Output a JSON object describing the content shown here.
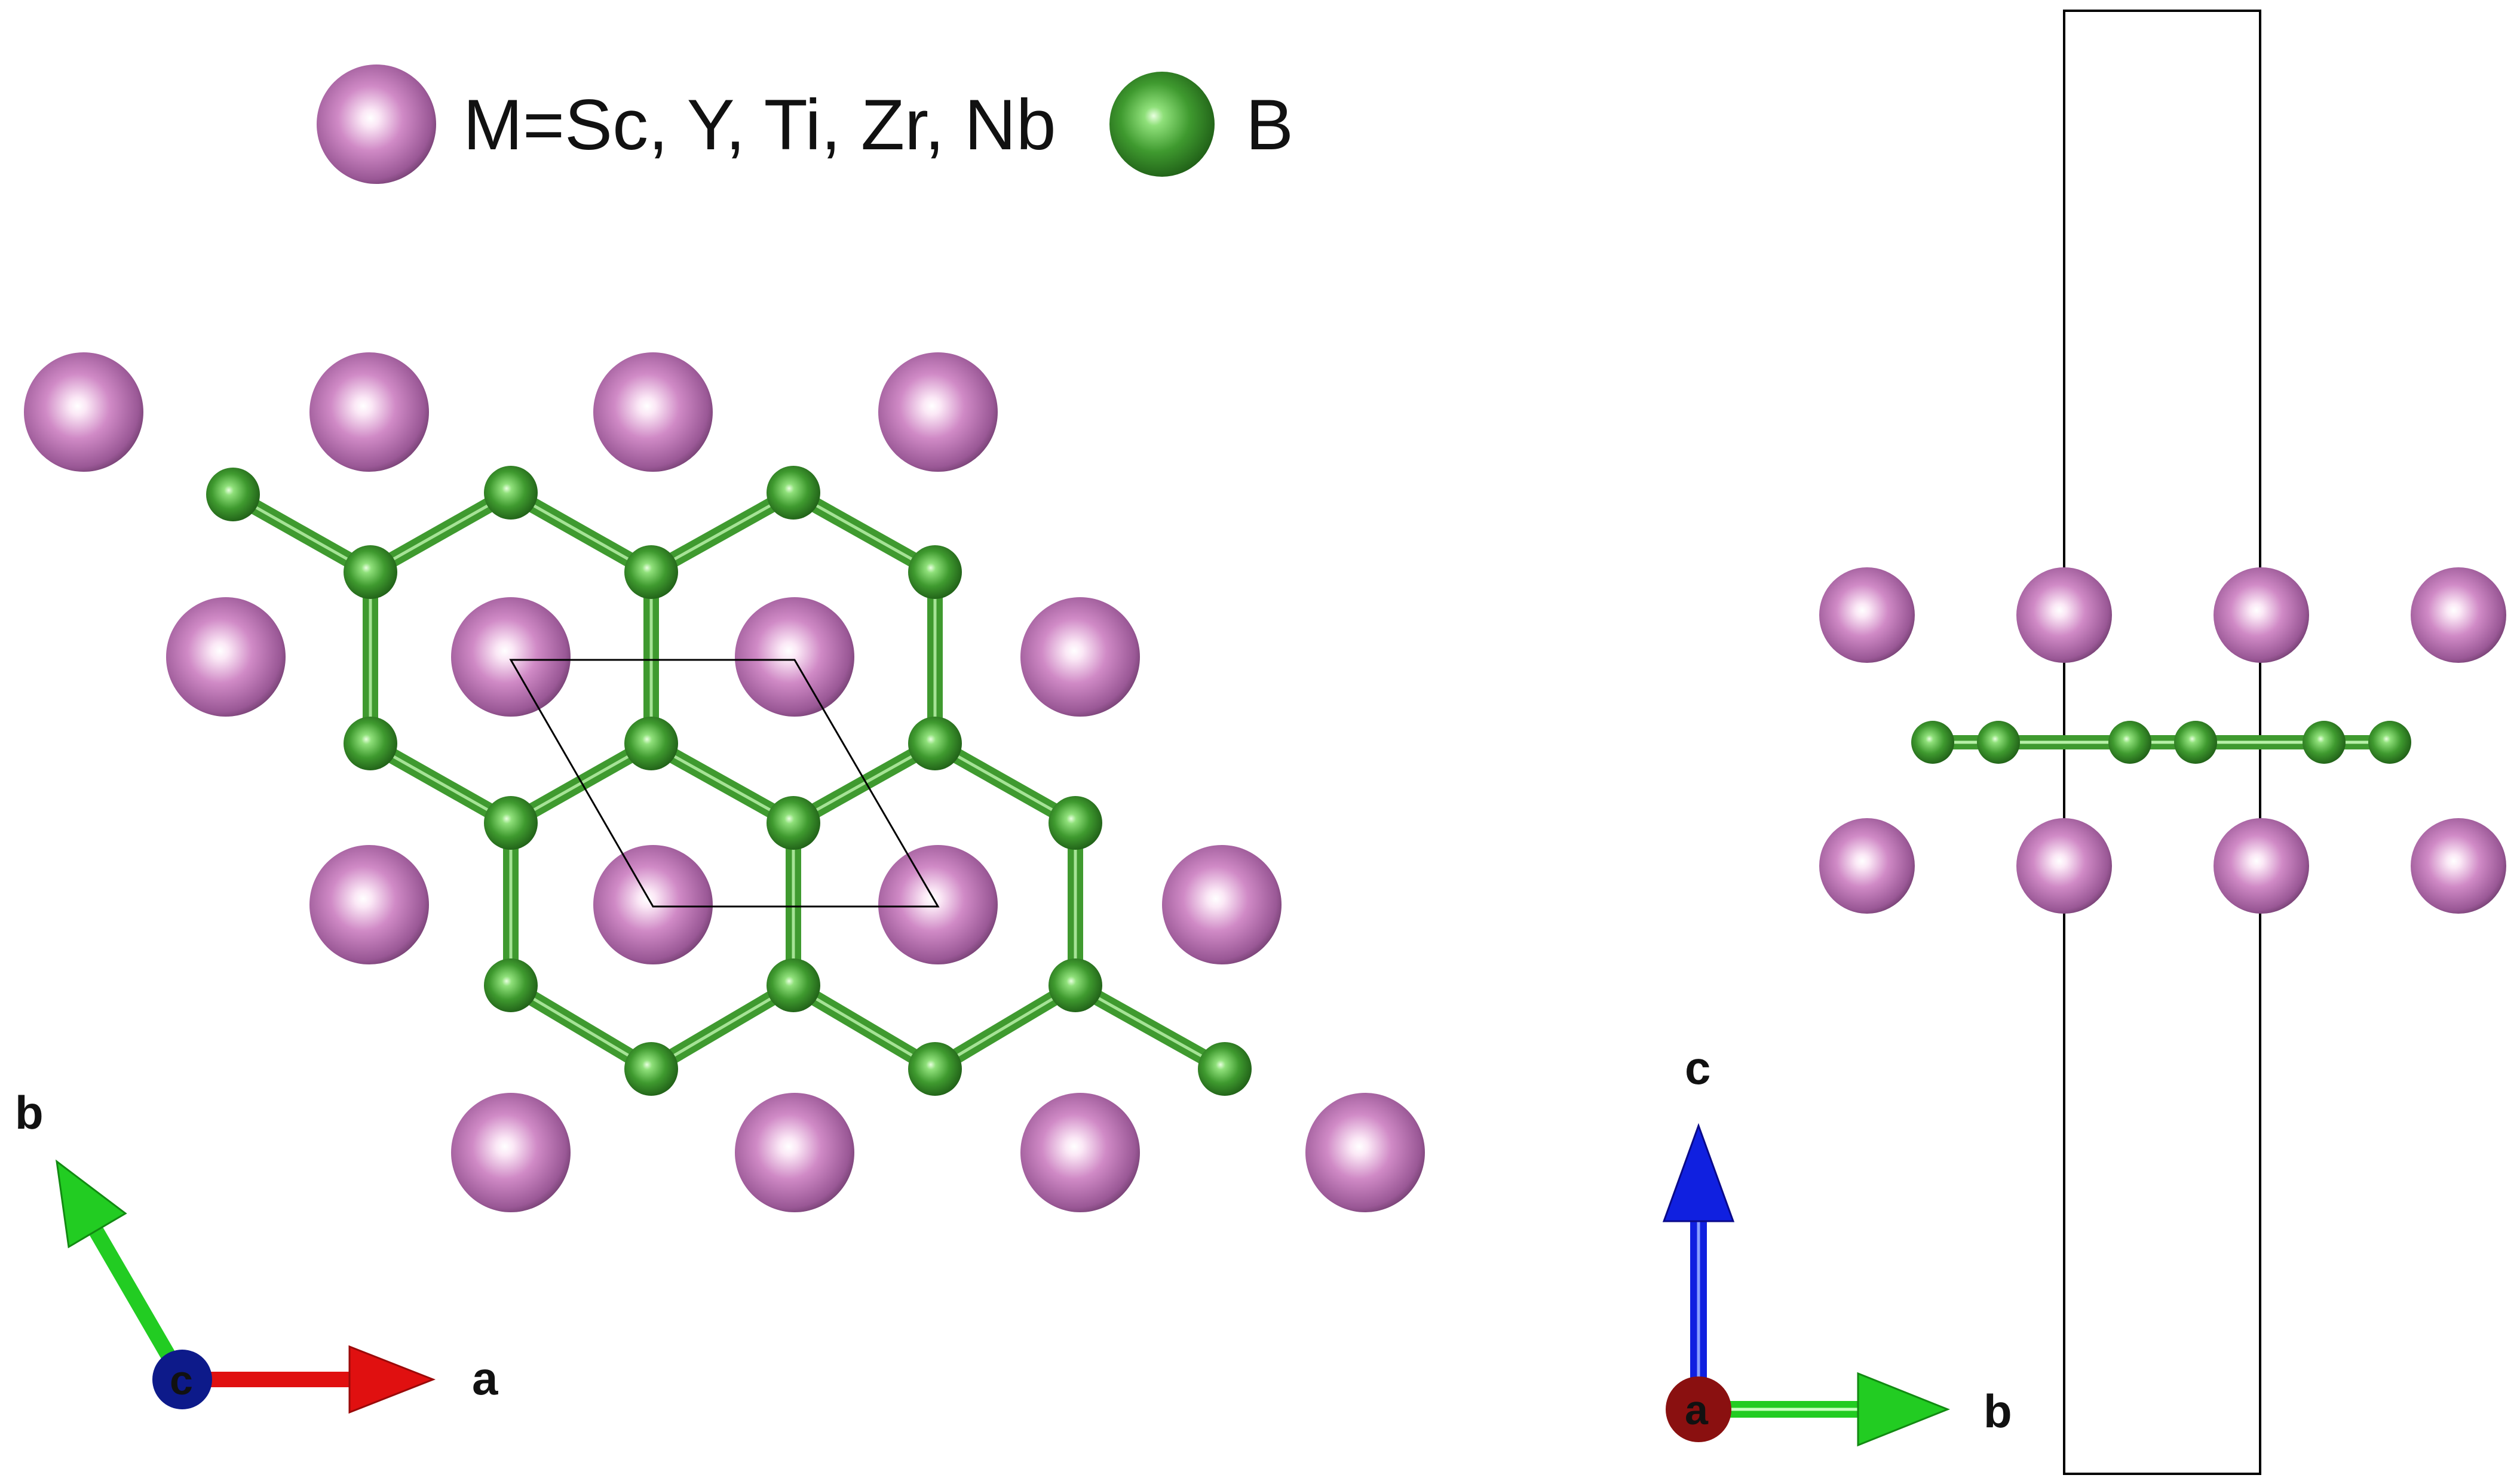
{
  "legend": {
    "metal_label": "M=Sc, Y, Ti, Zr, Nb",
    "boron_label": "B"
  },
  "top_view_axes": {
    "a": "a",
    "b": "b",
    "c": "c"
  },
  "side_view_axes": {
    "a": "a",
    "b": "b",
    "c": "c"
  },
  "colors": {
    "metal_atom": "#c77fbd",
    "boron_atom": "#3f9a2f",
    "bond": "#3f9a2f",
    "unit_cell": "#000000",
    "axis_a": "#e01010",
    "axis_b": "#22cc22",
    "axis_c": "#1020e0",
    "axis_origin_c": "#0d1a8a",
    "axis_origin_a": "#8a1010"
  }
}
